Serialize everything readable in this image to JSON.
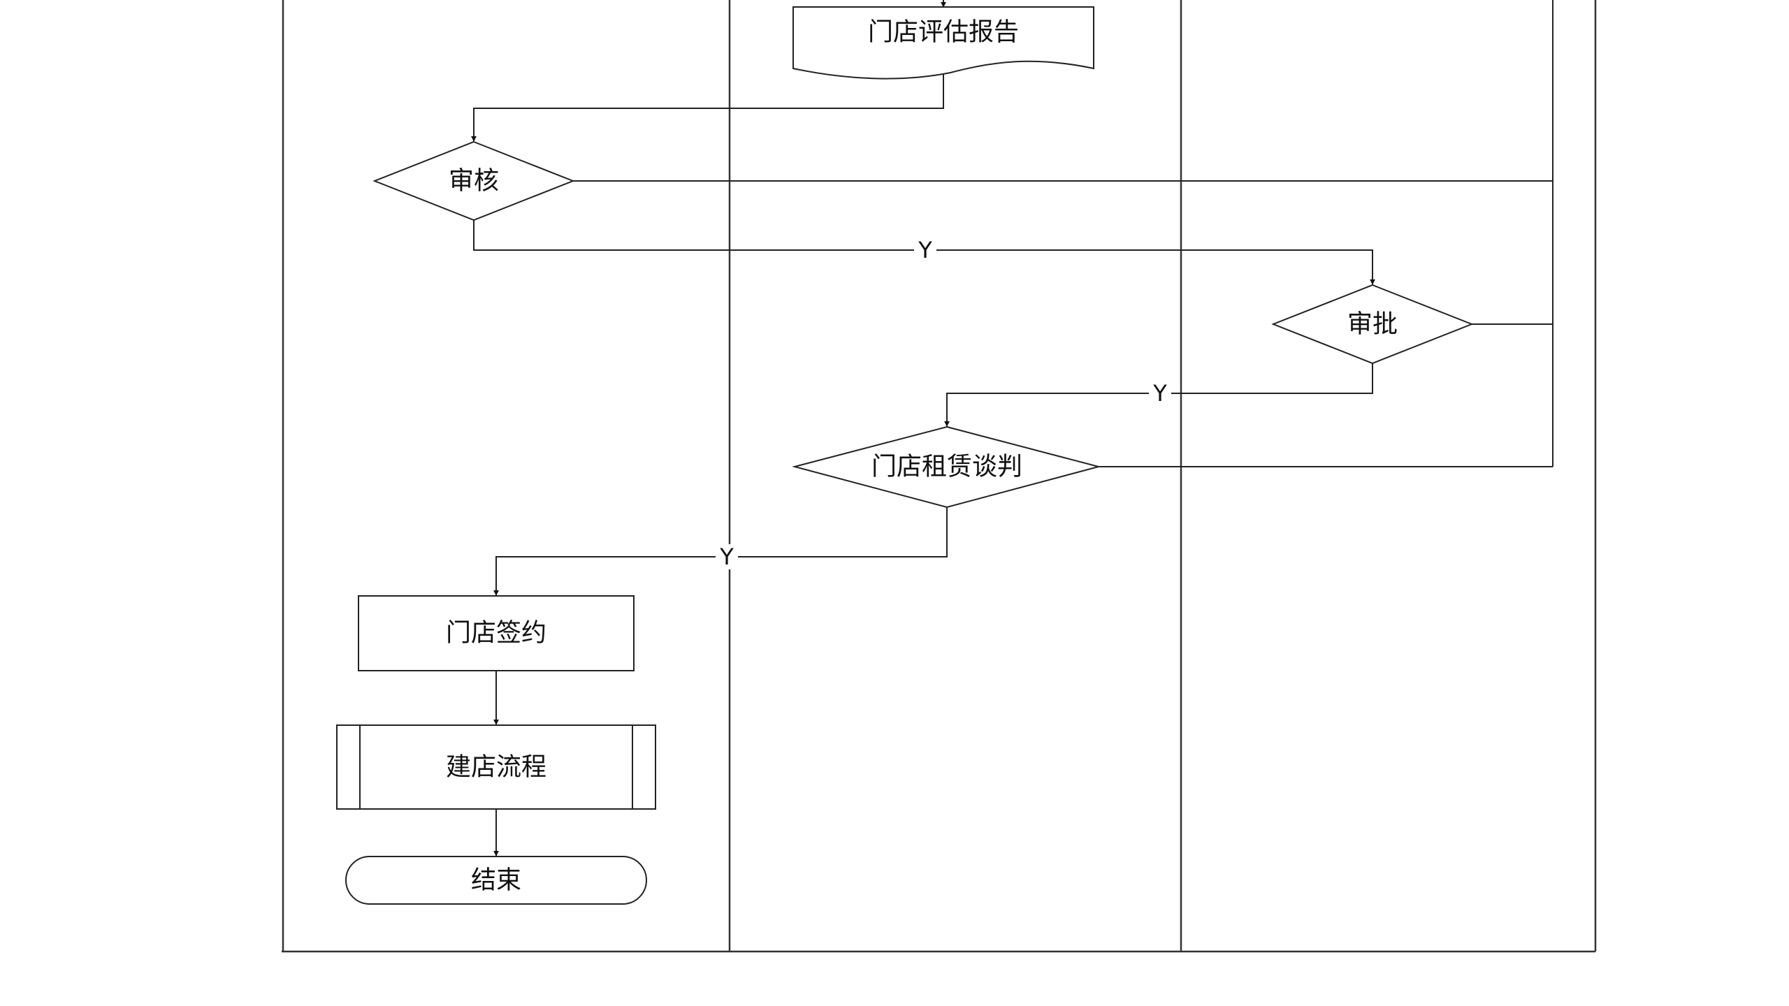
{
  "diagram": {
    "type": "swimlane-flowchart",
    "nodes": {
      "report": "门店评估报告",
      "review": "审核",
      "approve": "审批",
      "negotiate": "门店租赁谈判",
      "sign": "门店签约",
      "build": "建店流程",
      "end": "结束"
    },
    "edge_labels": {
      "review_yes": "Y",
      "approve_yes": "Y",
      "negotiate_yes": "Y"
    },
    "edges": [
      {
        "from": "report",
        "to": "review"
      },
      {
        "from": "review",
        "to": "approve",
        "label": "Y"
      },
      {
        "from": "approve",
        "to": "negotiate",
        "label": "Y"
      },
      {
        "from": "negotiate",
        "to": "sign",
        "label": "Y"
      },
      {
        "from": "sign",
        "to": "build"
      },
      {
        "from": "build",
        "to": "end"
      }
    ],
    "colors": {
      "line": "#222222",
      "background": "#ffffff"
    }
  }
}
